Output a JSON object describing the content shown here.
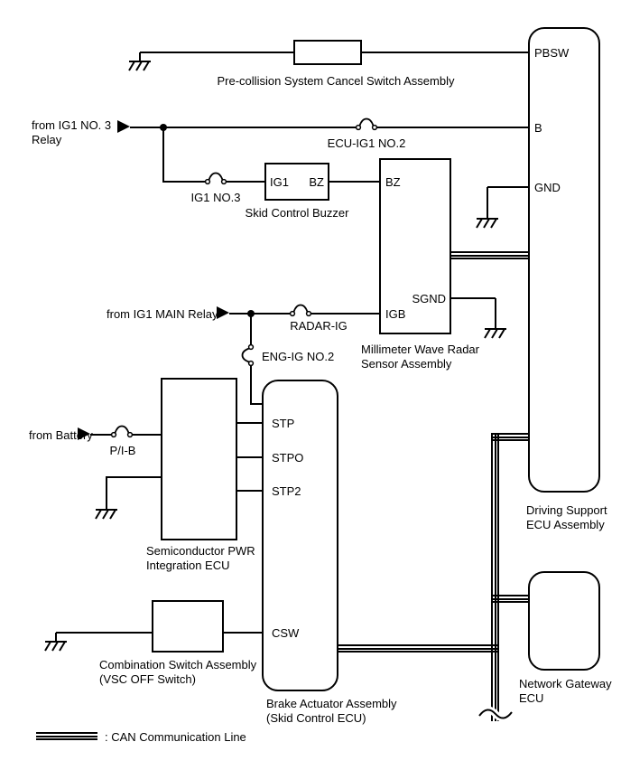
{
  "diagram": {
    "sources": {
      "ig1_no3_relay": "from IG1 NO. 3\nRelay",
      "ig1_main_relay": "from IG1 MAIN Relay",
      "battery": "from Battery"
    },
    "fuses": {
      "ecu_ig1_no2": "ECU-IG1 NO.2",
      "ig1_no3": "IG1 NO.3",
      "radar_ig": "RADAR-IG",
      "eng_ig_no2": "ENG-IG NO.2",
      "p_i_b": "P/I-B"
    },
    "components": {
      "precollision_switch": "Pre-collision System Cancel Switch Assembly",
      "skid_control_buzzer": "Skid Control Buzzer",
      "radar_sensor": "Millimeter Wave Radar\nSensor Assembly",
      "semiconductor_pwr_ecu": "Semiconductor PWR\nIntegration ECU",
      "combination_switch": "Combination Switch Assembly\n(VSC OFF Switch)",
      "brake_actuator": "Brake Actuator Assembly\n(Skid Control ECU)",
      "driving_support_ecu": "Driving Support\nECU Assembly",
      "network_gateway_ecu": "Network Gateway\nECU"
    },
    "pins": {
      "dsecu_pbsw": "PBSW",
      "dsecu_b": "B",
      "dsecu_gnd": "GND",
      "buzzer_ig1": "IG1",
      "buzzer_bz": "BZ",
      "radar_bz": "BZ",
      "radar_sgnd": "SGND",
      "radar_igb": "IGB",
      "brake_stp": "STP",
      "brake_stpo": "STPO",
      "brake_stp2": "STP2",
      "brake_csw": "CSW"
    },
    "legend": {
      "can_line": ": CAN Communication Line"
    },
    "colors": {
      "line": "#000000",
      "background": "#ffffff"
    }
  }
}
